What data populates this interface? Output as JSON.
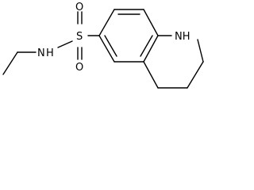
{
  "structure": {
    "atoms": {
      "nh_sulfonamide": "N",
      "h_sulfonamide": "H",
      "sulfur": "S",
      "oxygen_top": "O",
      "oxygen_bottom": "O",
      "nh_ring": "NH"
    },
    "colors": {
      "ink": "#000000",
      "background": "#ffffff"
    }
  }
}
